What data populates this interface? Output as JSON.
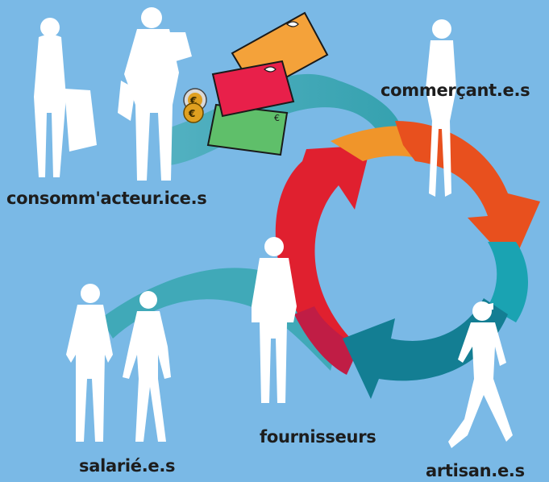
{
  "labels": {
    "consumers": "consomm'acteur.ice.s",
    "merchants": "commerçant.e.s",
    "suppliers": "fournisseurs",
    "employees": "salarié.e.s",
    "artisans": "artisan.e.s"
  },
  "money": {
    "currency_symbol": "€"
  },
  "colors": {
    "background": "#7ab9e6",
    "ribbon": "#3aa7b3",
    "cycle_red": "#e0202f",
    "cycle_orange": "#f0952a",
    "cycle_red_orange": "#e8501e",
    "cycle_teal": "#1aa3b2",
    "cycle_dark_teal": "#137e93",
    "banknote_orange": "#f4a23a",
    "banknote_red": "#e8204a",
    "banknote_green": "#5fbf6a",
    "coin": "#e0a020",
    "silhouette": "#ffffff"
  }
}
